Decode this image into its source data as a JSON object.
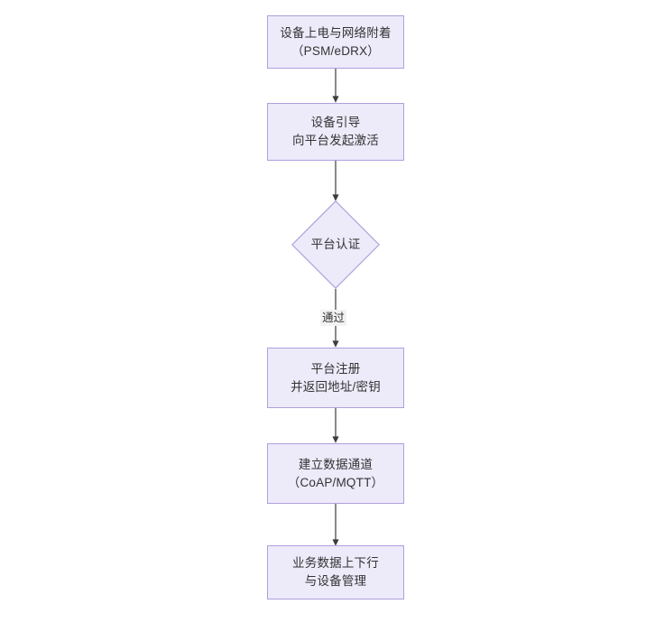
{
  "diagram": {
    "type": "flowchart",
    "orientation": "top-to-bottom",
    "background_color": "#ffffff",
    "node_fill_color": "#EDEAFA",
    "node_border_color": "#B09FDC",
    "node_text_color": "#333333",
    "connector_color": "#3D3D3D",
    "edge_label_background": "#F2F2F2",
    "nodes": [
      {
        "id": "power-on",
        "shape": "rectangle",
        "line1": "设备上电与网络附着",
        "line2": "（PSM/eDRX）"
      },
      {
        "id": "bootstrap",
        "shape": "rectangle",
        "line1": "设备引导",
        "line2": "向平台发起激活"
      },
      {
        "id": "platform-auth",
        "shape": "diamond",
        "line1": "平台认证",
        "line2": ""
      },
      {
        "id": "platform-register",
        "shape": "rectangle",
        "line1": "平台注册",
        "line2": "并返回地址/密钥"
      },
      {
        "id": "data-channel",
        "shape": "rectangle",
        "line1": "建立数据通道",
        "line2": "（CoAP/MQTT）"
      },
      {
        "id": "service-data",
        "shape": "rectangle",
        "line1": "业务数据上下行",
        "line2": "与设备管理"
      }
    ],
    "edges": [
      {
        "from": "power-on",
        "to": "bootstrap",
        "label": ""
      },
      {
        "from": "bootstrap",
        "to": "platform-auth",
        "label": ""
      },
      {
        "from": "platform-auth",
        "to": "platform-register",
        "label": "通过"
      },
      {
        "from": "platform-register",
        "to": "data-channel",
        "label": ""
      },
      {
        "from": "data-channel",
        "to": "service-data",
        "label": ""
      }
    ]
  }
}
